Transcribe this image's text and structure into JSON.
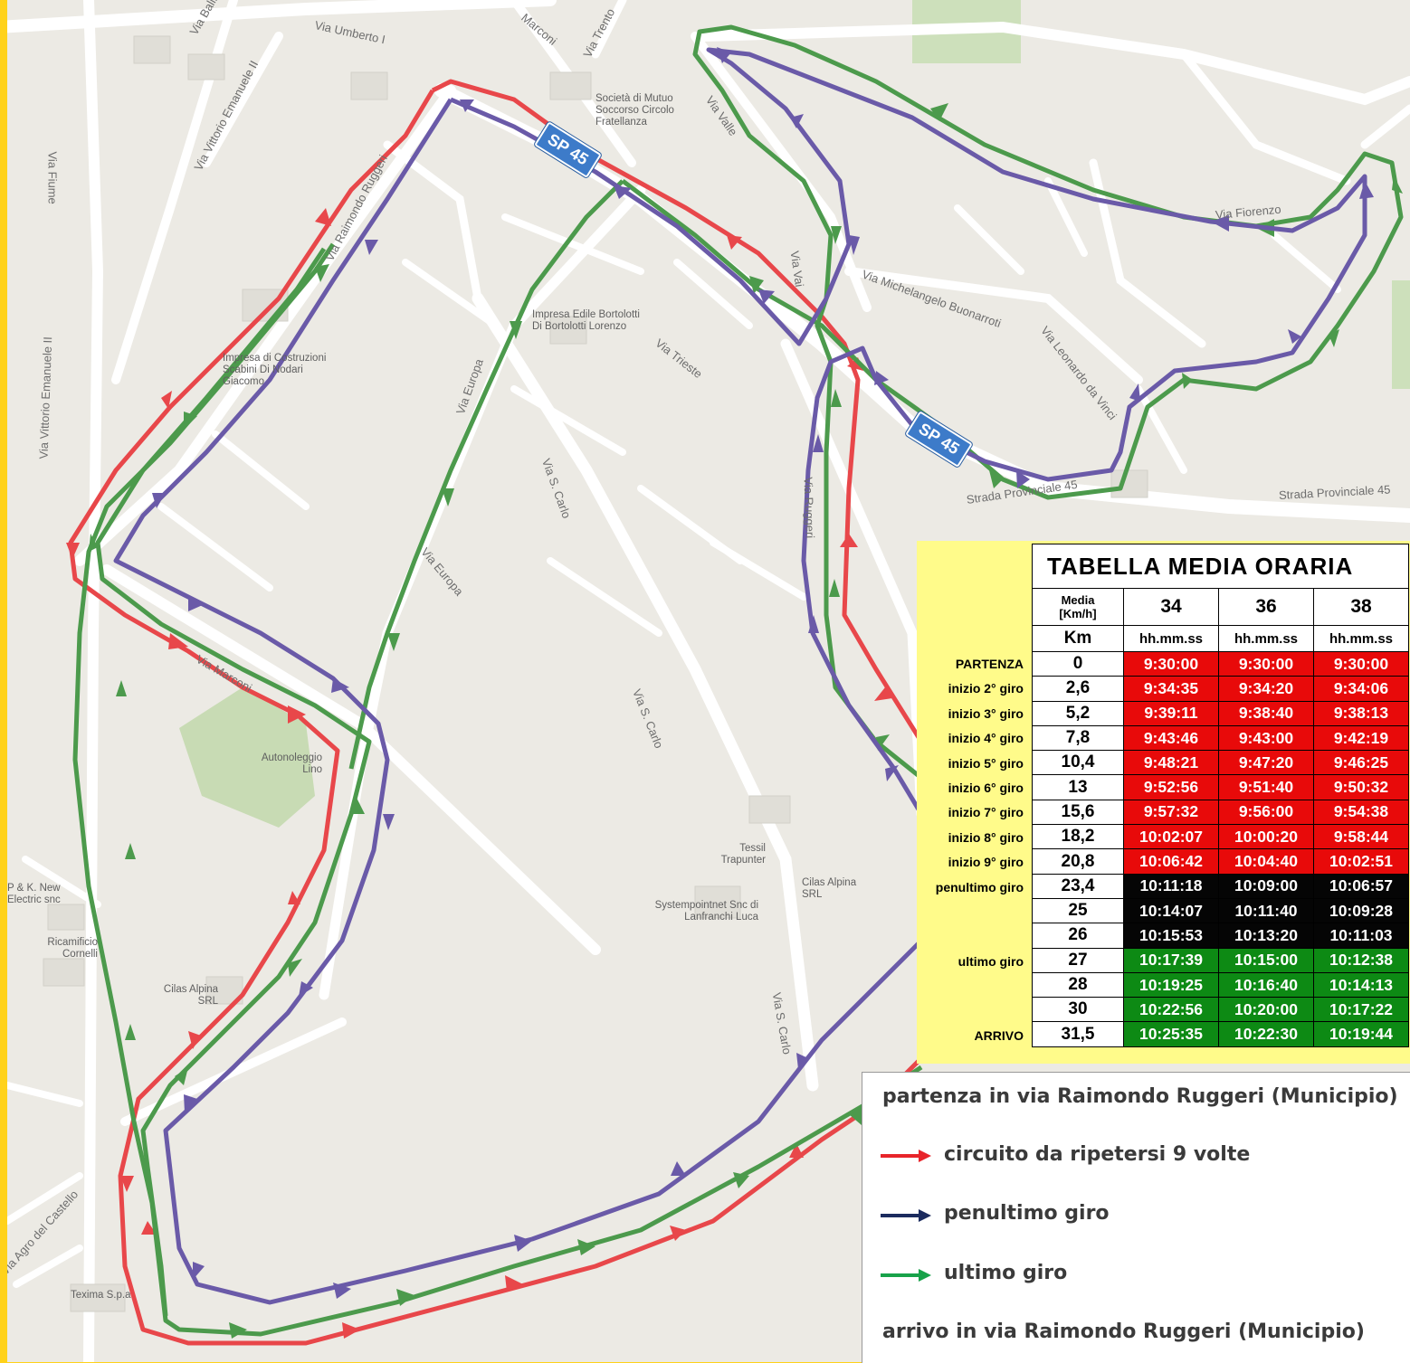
{
  "colors": {
    "red_route": "#e8474a",
    "blue_route": "#6a5aa8",
    "green_route": "#4c9a4c",
    "map_bg": "#eceae4",
    "road": "#ffffff",
    "table_red": "#e80a0a",
    "table_black": "#050505",
    "table_green": "#0d8a14",
    "panel_yellow": "#fffb8a"
  },
  "map": {
    "streets": [
      "Via Umberto I",
      "Via Balilla",
      "Via Vittorio Emanuele II",
      "Marconi",
      "Via Trento",
      "Via Fiume",
      "Via Raimondo Ruggeri",
      "Via Vittorio Emanuele II",
      "Via Europa",
      "Via Europa",
      "Via S. Carlo",
      "Via S. Carlo",
      "Via S. Carlo",
      "Via Trieste",
      "Via Michelangelo Buonarroti",
      "Via Leonardo da Vinci",
      "Strada Provinciale 45",
      "Strada Provinciale 45",
      "Via Fiorenzo",
      "Via Valle",
      "Via Vai",
      "Via Ruggeri",
      "Via Marconi"
    ],
    "road_shields": [
      "SP 45",
      "SP 45"
    ],
    "pois": [
      "Società di Mutuo Soccorso Circolo Fratellanza",
      "Impresa Edile Bortolotti Di Bortolotti Lorenzo",
      "Impresa di Costruzioni Scabini Di Nodari Giacomo",
      "Autonoleggio Lino",
      "Tessil Trapunter",
      "Cilas Alpina SRL",
      "Systempointnet Snc di Lanfranchi Luca",
      "P & K. New Electric snc",
      "Ricamificio Cornelli",
      "Cilas Alpina SRL",
      "Texima S.p.a",
      "Via Agro del Castello"
    ]
  },
  "table": {
    "title": "TABELLA  MEDIA  ORARIA",
    "media_label_1": "Media",
    "media_label_2": "[Km/h]",
    "km_label": "Km",
    "speeds": [
      "34",
      "36",
      "38"
    ],
    "time_format": "hh.mm.ss",
    "rows": [
      {
        "label": "PARTENZA",
        "km": "0",
        "color": "red",
        "times": [
          "9:30:00",
          "9:30:00",
          "9:30:00"
        ]
      },
      {
        "label": "inizio 2° giro",
        "km": "2,6",
        "color": "red",
        "times": [
          "9:34:35",
          "9:34:20",
          "9:34:06"
        ]
      },
      {
        "label": "inizio 3° giro",
        "km": "5,2",
        "color": "red",
        "times": [
          "9:39:11",
          "9:38:40",
          "9:38:13"
        ]
      },
      {
        "label": "inizio 4° giro",
        "km": "7,8",
        "color": "red",
        "times": [
          "9:43:46",
          "9:43:00",
          "9:42:19"
        ]
      },
      {
        "label": "inizio 5° giro",
        "km": "10,4",
        "color": "red",
        "times": [
          "9:48:21",
          "9:47:20",
          "9:46:25"
        ]
      },
      {
        "label": "inizio 6° giro",
        "km": "13",
        "color": "red",
        "times": [
          "9:52:56",
          "9:51:40",
          "9:50:32"
        ]
      },
      {
        "label": "inizio 7° giro",
        "km": "15,6",
        "color": "red",
        "times": [
          "9:57:32",
          "9:56:00",
          "9:54:38"
        ]
      },
      {
        "label": "inizio 8° giro",
        "km": "18,2",
        "color": "red",
        "times": [
          "10:02:07",
          "10:00:20",
          "9:58:44"
        ]
      },
      {
        "label": "inizio 9° giro",
        "km": "20,8",
        "color": "red",
        "times": [
          "10:06:42",
          "10:04:40",
          "10:02:51"
        ]
      },
      {
        "label": "penultimo giro",
        "km": "23,4",
        "color": "blk",
        "times": [
          "10:11:18",
          "10:09:00",
          "10:06:57"
        ]
      },
      {
        "label": "",
        "km": "25",
        "color": "blk",
        "times": [
          "10:14:07",
          "10:11:40",
          "10:09:28"
        ]
      },
      {
        "label": "",
        "km": "26",
        "color": "blk",
        "times": [
          "10:15:53",
          "10:13:20",
          "10:11:03"
        ]
      },
      {
        "label": "ultimo giro",
        "km": "27",
        "color": "grn",
        "times": [
          "10:17:39",
          "10:15:00",
          "10:12:38"
        ]
      },
      {
        "label": "",
        "km": "28",
        "color": "grn",
        "times": [
          "10:19:25",
          "10:16:40",
          "10:14:13"
        ]
      },
      {
        "label": "",
        "km": "30",
        "color": "grn",
        "times": [
          "10:22:56",
          "10:20:00",
          "10:17:22"
        ]
      },
      {
        "label": "ARRIVO",
        "km": "31,5",
        "color": "grn",
        "times": [
          "10:25:35",
          "10:22:30",
          "10:19:44"
        ]
      }
    ]
  },
  "legend": {
    "start": "partenza in via Raimondo Ruggeri (Municipio)",
    "red": "circuito da ripetersi 9 volte",
    "blue": "penultimo giro",
    "green": "ultimo giro",
    "finish": "arrivo in via Raimondo Ruggeri (Municipio)",
    "red_color": "#e8242a",
    "blue_color": "#1b2b5e",
    "green_color": "#18a24a"
  }
}
